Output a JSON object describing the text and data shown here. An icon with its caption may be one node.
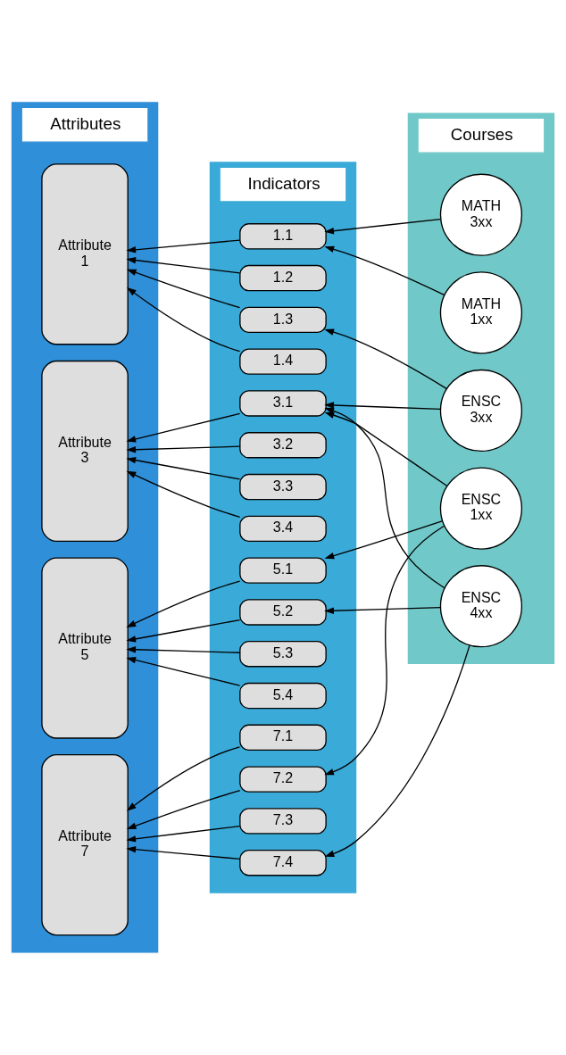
{
  "diagram": {
    "nodes": [
      {
        "text": [
          "Attributes"
        ]
      },
      {
        "text": [
          "Indicators"
        ]
      },
      {
        "text": [
          "Courses"
        ]
      },
      {
        "text": [
          "Attribute 1"
        ],
        "in": 0
      },
      {
        "text": [
          "Attribute 3"
        ],
        "in": 0
      },
      {
        "text": [
          "Attribute 5"
        ],
        "in": 0
      },
      {
        "text": [
          "Attribute 7"
        ],
        "in": 0
      },
      {
        "text": [
          "1.1"
        ],
        "in": 1
      },
      {
        "text": [
          "1.2"
        ],
        "in": 1
      },
      {
        "text": [
          "1.3"
        ],
        "in": 1
      },
      {
        "text": [
          "1.4"
        ],
        "in": 1
      },
      {
        "text": [
          "3.1"
        ],
        "in": 1
      },
      {
        "text": [
          "3.2"
        ],
        "in": 1
      },
      {
        "text": [
          "3.3"
        ],
        "in": 1
      },
      {
        "text": [
          "3.4"
        ],
        "in": 1
      },
      {
        "text": [
          "5.1"
        ],
        "in": 1
      },
      {
        "text": [
          "5.2"
        ],
        "in": 1
      },
      {
        "text": [
          "5.3"
        ],
        "in": 1
      },
      {
        "text": [
          "5.4"
        ],
        "in": 1
      },
      {
        "text": [
          "7.1"
        ],
        "in": 1
      },
      {
        "text": [
          "7.2"
        ],
        "in": 1
      },
      {
        "text": [
          "7.3"
        ],
        "in": 1
      },
      {
        "text": [
          "7.4"
        ],
        "in": 1
      },
      {
        "text": [
          "MATH 1xx"
        ],
        "in": 2
      },
      {
        "text": [
          "MATH 3xx"
        ],
        "in": 2
      },
      {
        "text": [
          "ENSC 1xx"
        ],
        "in": 2
      },
      {
        "text": [
          "ENSC 3xx"
        ],
        "in": 2
      },
      {
        "text": [
          "ENSC 4xx"
        ],
        "in": 2
      }
    ],
    "edges": [
      {
        "from": 7,
        "to": 3,
        "arrow": "to"
      },
      {
        "from": 8,
        "to": 3,
        "arrow": "to"
      },
      {
        "from": 9,
        "to": 3,
        "arrow": "to"
      },
      {
        "from": 10,
        "to": 3,
        "arrow": "to"
      },
      {
        "from": 11,
        "to": 4,
        "arrow": "to"
      },
      {
        "from": 12,
        "to": 4,
        "arrow": "to"
      },
      {
        "from": 13,
        "to": 4,
        "arrow": "to"
      },
      {
        "from": 14,
        "to": 4,
        "arrow": "to"
      },
      {
        "from": 15,
        "to": 5,
        "arrow": "to"
      },
      {
        "from": 16,
        "to": 5,
        "arrow": "to"
      },
      {
        "from": 17,
        "to": 5,
        "arrow": "to"
      },
      {
        "from": 18,
        "to": 5,
        "arrow": "to"
      },
      {
        "from": 19,
        "to": 6,
        "arrow": "to"
      },
      {
        "from": 20,
        "to": 6,
        "arrow": "to"
      },
      {
        "from": 21,
        "to": 6,
        "arrow": "to"
      },
      {
        "from": 22,
        "to": 6,
        "arrow": "to"
      },
      {
        "from": 23,
        "to": 7,
        "arrow": "to"
      },
      {
        "from": 24,
        "to": 7,
        "arrow": "to"
      },
      {
        "from": 25,
        "to": 11,
        "arrow": "to"
      },
      {
        "from": 25,
        "to": 15,
        "arrow": "to"
      },
      {
        "from": 25,
        "to": 20,
        "arrow": "to"
      },
      {
        "from": 26,
        "to": 9,
        "arrow": "to"
      },
      {
        "from": 26,
        "to": 11,
        "arrow": "to"
      },
      {
        "from": 27,
        "to": 11,
        "arrow": "to"
      },
      {
        "from": 27,
        "to": 16,
        "arrow": "to"
      },
      {
        "from": 27,
        "to": 22,
        "arrow": "to"
      }
    ]
  }
}
